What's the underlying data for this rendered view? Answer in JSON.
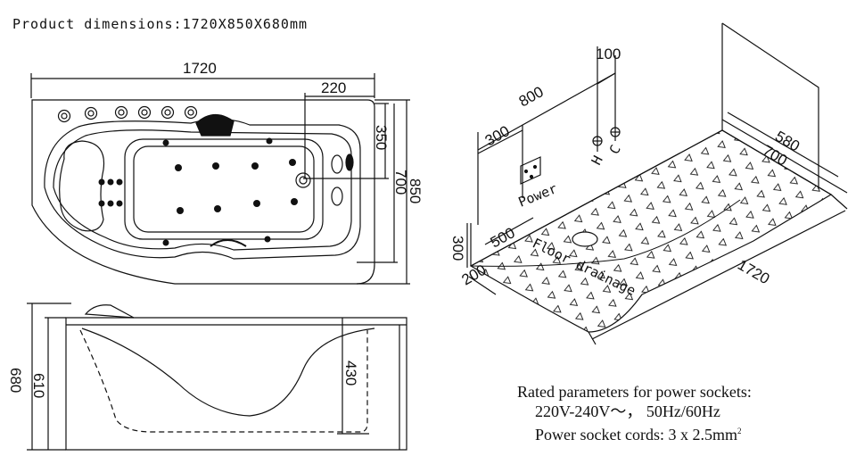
{
  "title": "Product dimensions:1720X850X680mm",
  "top_view": {
    "length": "1720",
    "width_outer": "850",
    "width_inner": "700",
    "faucet_offset": "220",
    "faucet_depth": "350"
  },
  "side_view": {
    "height_total": "680",
    "height_body": "610",
    "depth_inner": "430"
  },
  "installation": {
    "dim_800": "800",
    "dim_100": "100",
    "dim_300_top": "300",
    "dim_580": "580",
    "dim_700": "700",
    "dim_500": "500",
    "dim_300_side": "300",
    "dim_200": "200",
    "dim_1720": "1720",
    "hot_label": "H",
    "cold_label": "C",
    "power_label": "Power",
    "floor_label": "Floor drainage"
  },
  "notes": {
    "line1": "Rated parameters for power sockets:",
    "line2": "220V-240V～，  50Hz/60Hz",
    "line3": "Power socket cords: 3 x 2.5mm",
    "line3_sup": "2"
  }
}
